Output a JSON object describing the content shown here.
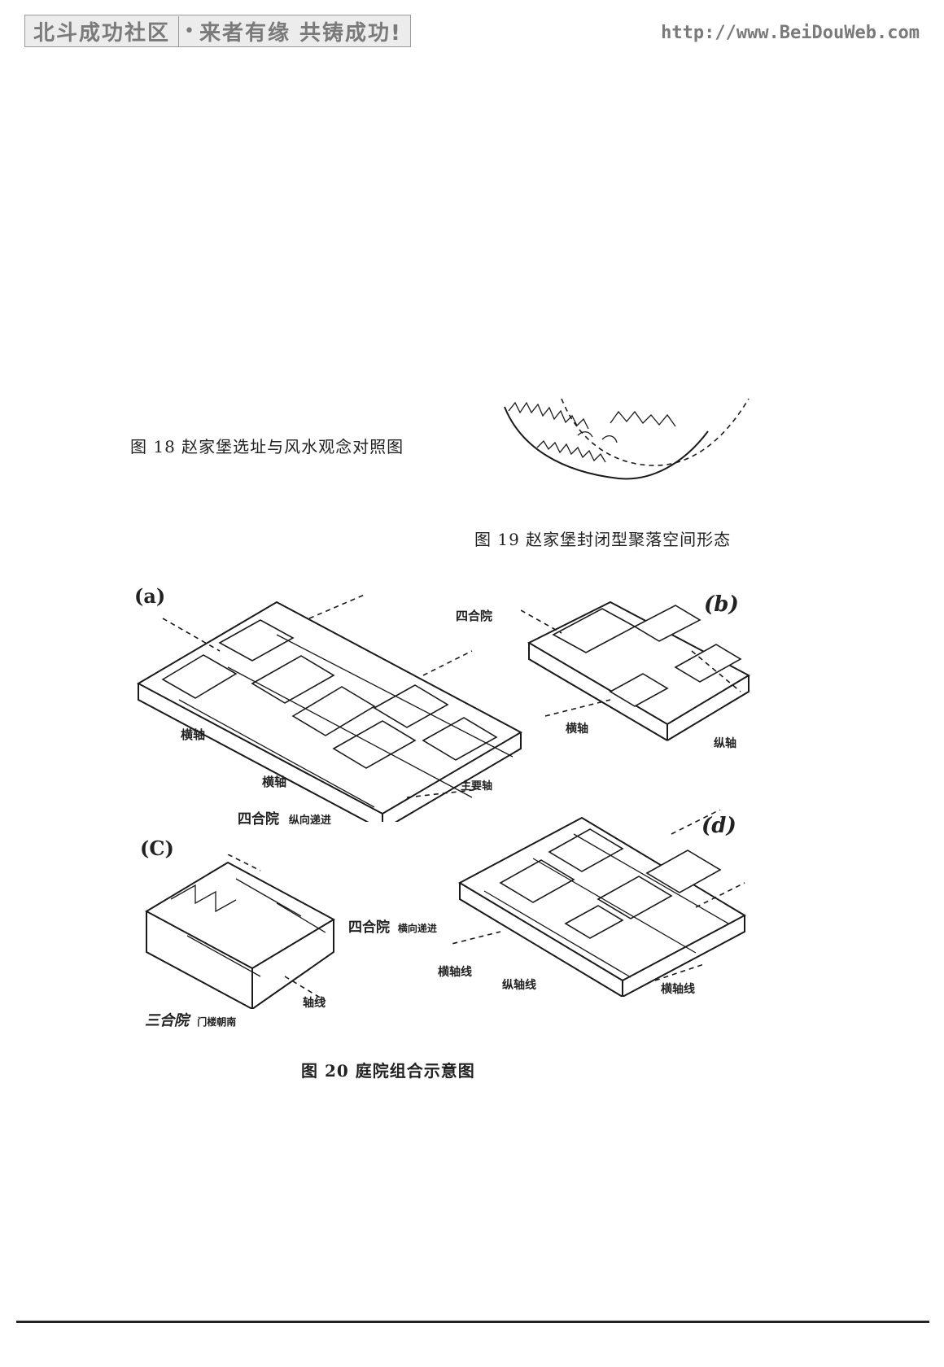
{
  "header": {
    "banner_left": "北斗成功社区",
    "banner_sep": "•",
    "banner_right": "来者有缘 共铸成功!",
    "url": "http://www.BeiDouWeb.com"
  },
  "captions": {
    "fig18": "图 18 赵家堡选址与风水观念对照图",
    "fig19": "图 19 赵家堡封闭型聚落空间形态",
    "fig20": "图 20 庭院组合示意图"
  },
  "figure20": {
    "panel_a": {
      "tag": "(a)",
      "label_1": "横轴",
      "label_2": "横轴",
      "label_3": "主要轴",
      "label_4": "四合院",
      "label_4_note": "纵向递进"
    },
    "panel_b": {
      "tag": "(b)",
      "label_1": "四合院",
      "label_2": "横轴",
      "label_3": "纵轴"
    },
    "panel_c": {
      "tag": "(C)",
      "label_1": "四合院",
      "label_1_note": "横向递进",
      "label_2": "轴线",
      "label_3": "三合院",
      "label_3_note": "门楼朝南"
    },
    "panel_d": {
      "tag": "(d)",
      "label_1": "横轴线",
      "label_2": "纵轴线",
      "label_3": "横轴线"
    }
  }
}
